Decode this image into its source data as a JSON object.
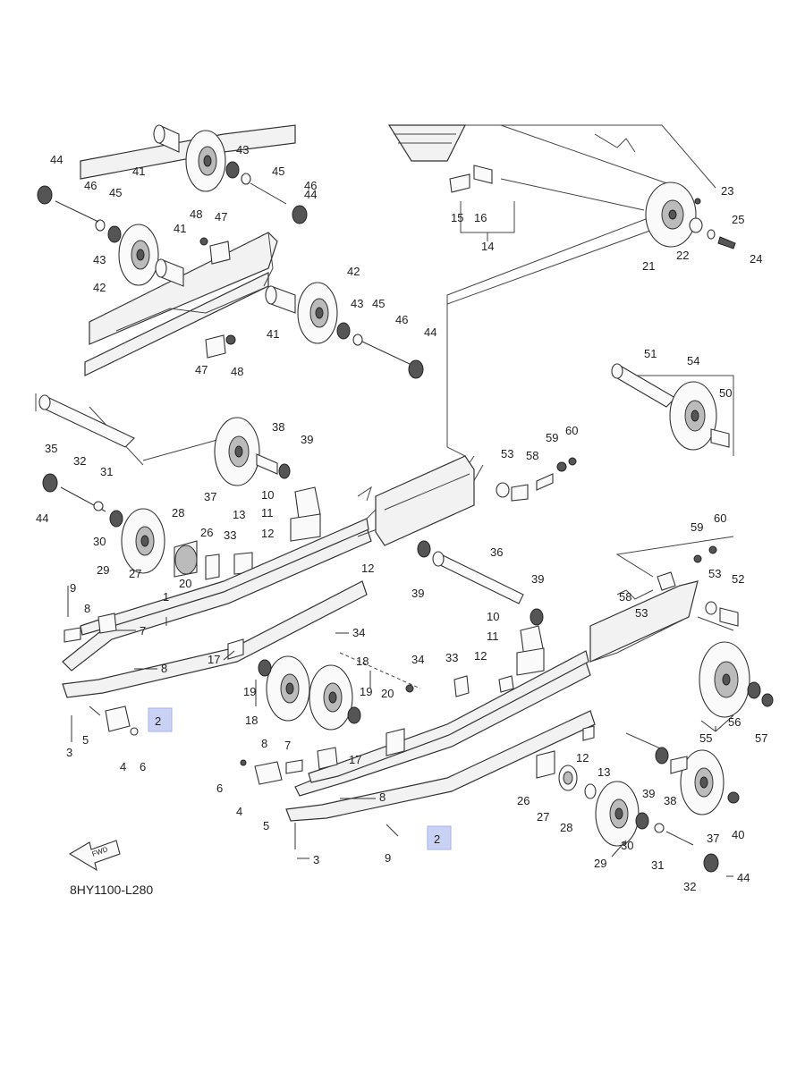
{
  "diagram_code": "8HY1100-L280",
  "fwd_label": "FWD",
  "highlighted_part": "2",
  "callouts": {
    "c44a": "44",
    "c46a": "46",
    "c45a": "45",
    "c43a": "43",
    "c42a": "42",
    "c41a": "41",
    "c43b": "43",
    "c45b": "45",
    "c46b": "46",
    "c44b": "44",
    "c48a": "48",
    "c47a": "47",
    "c41b": "41",
    "c42b": "42",
    "c43c": "43",
    "c45c": "45",
    "c46c": "46",
    "c44c": "44",
    "c41c": "41",
    "c47b": "47",
    "c48b": "48",
    "c15": "15",
    "c16": "16",
    "c14": "14",
    "c23": "23",
    "c25": "25",
    "c21": "21",
    "c22": "22",
    "c24": "24",
    "c51": "51",
    "c54": "54",
    "c50": "50",
    "c35": "35",
    "c38a": "38",
    "c39a": "39",
    "c37a": "37",
    "c32a": "32",
    "c31a": "31",
    "c44d": "44",
    "c53a": "53",
    "c58a": "58",
    "c59a": "59",
    "c60a": "60",
    "c10a": "10",
    "c11a": "11",
    "c28a": "28",
    "c30a": "30",
    "c29a": "29",
    "c27a": "27",
    "c26a": "26",
    "c33a": "33",
    "c13a": "13",
    "c12a": "12",
    "c20a": "20",
    "c36": "36",
    "c39b": "39",
    "c39c": "39",
    "c59b": "59",
    "c60b": "60",
    "c58b": "58",
    "c53b": "53",
    "c53c": "53",
    "c52": "52",
    "c9a": "9",
    "c8a": "8",
    "c7a": "7",
    "c1": "1",
    "c8b": "8",
    "c17a": "17",
    "c34a": "34",
    "c19a": "19",
    "c18a": "18",
    "c18b": "18",
    "c19b": "19",
    "c20b": "20",
    "c3a": "3",
    "c5a": "5",
    "c4a": "4",
    "c6a": "6",
    "c10b": "10",
    "c11b": "11",
    "c34b": "34",
    "c33b": "33",
    "c12b": "12",
    "c55": "55",
    "c56": "56",
    "c57": "57",
    "c8c": "8",
    "c7b": "7",
    "c17b": "17",
    "c6b": "6",
    "c4b": "4",
    "c8d": "8",
    "c5b": "5",
    "c3b": "3",
    "c9b": "9",
    "c12c": "12",
    "c13b": "13",
    "c26b": "26",
    "c27b": "27",
    "c28b": "28",
    "c39d": "39",
    "c38b": "38",
    "c37b": "37",
    "c40": "40",
    "c30b": "30",
    "c29b": "29",
    "c31b": "31",
    "c32b": "32",
    "c44e": "44"
  },
  "colors": {
    "highlight": "#c9d1f5",
    "line": "#333333"
  }
}
